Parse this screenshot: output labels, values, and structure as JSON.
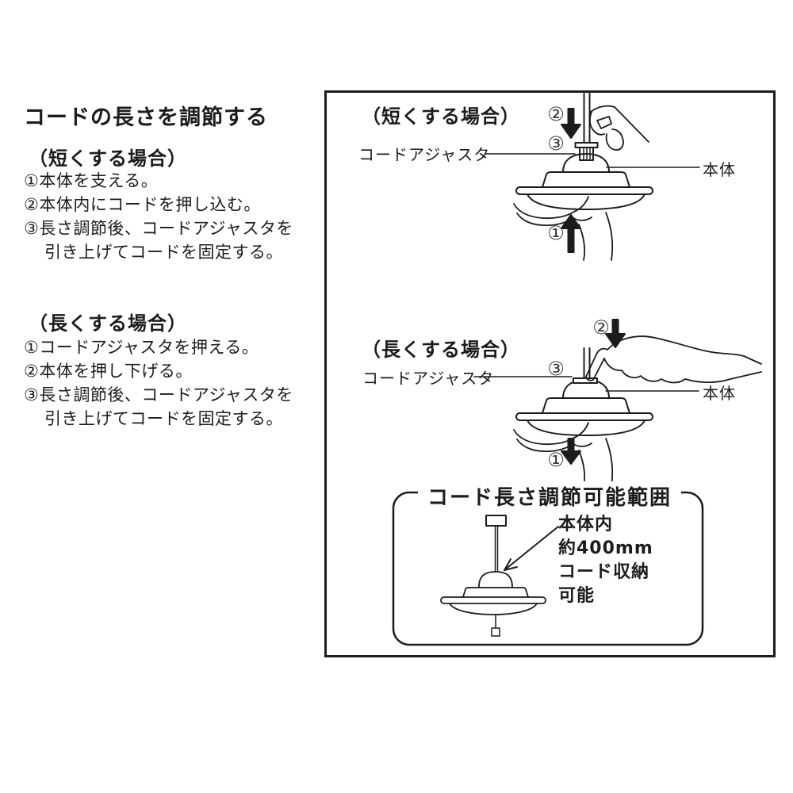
{
  "colors": {
    "ink": "#1c1c1c",
    "paper": "#ffffff"
  },
  "left_column": {
    "title": "コードの長さを調節する",
    "sections": [
      {
        "heading": "（短くする場合）",
        "steps": [
          "①本体を支える。",
          "②本体内にコードを押し込む。",
          "③長さ調節後、コードアジャスタを",
          "引き上げてコードを固定する。"
        ]
      },
      {
        "heading": "（長くする場合）",
        "steps": [
          "①コードアジャスタを押える。",
          "②本体を押し下げる。",
          "③長さ調節後、コードアジャスタを",
          "引き上げてコードを固定する。"
        ]
      }
    ]
  },
  "diagram": {
    "short_case": {
      "heading": "（短くする場合）",
      "adjuster_label": "コードアジャスタ",
      "body_label": "本体",
      "marker1": "①",
      "marker2": "②",
      "marker3": "③"
    },
    "long_case": {
      "heading": "（長くする場合）",
      "adjuster_label": "コードアジャスタ",
      "body_label": "本体",
      "marker1": "①",
      "marker2": "②",
      "marker3": "③"
    },
    "range_box": {
      "title": "コード長さ調節可能範囲",
      "note_lines": [
        "本体内",
        "約400mm",
        "コード収納",
        "可能"
      ]
    }
  }
}
